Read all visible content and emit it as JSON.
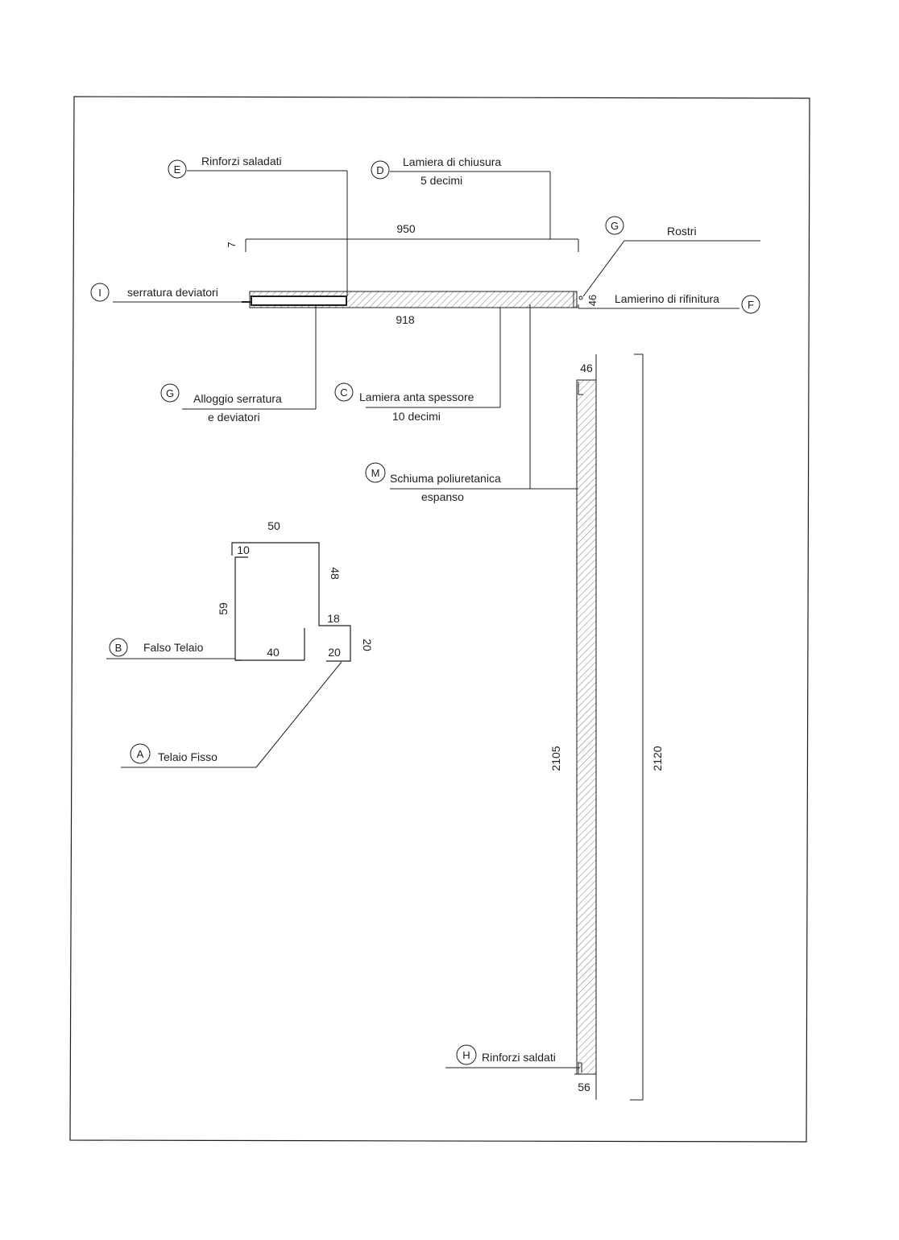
{
  "callouts": {
    "E": {
      "letter": "E",
      "label": "Rinforzi saladati"
    },
    "D": {
      "letter": "D",
      "label": "Lamiera  di chiusura",
      "sublabel": "5 decimi"
    },
    "G_top": {
      "letter": "G",
      "label": "Rostri"
    },
    "I": {
      "letter": "I",
      "label": "serratura deviatori"
    },
    "F": {
      "letter": "F",
      "label": "Lamierino di rifinitura"
    },
    "G_lock": {
      "letter": "G",
      "label": "Alloggio serratura",
      "sublabel": "e deviatori"
    },
    "C": {
      "letter": "C",
      "label": "Lamiera anta spessore",
      "sublabel": "10 decimi"
    },
    "M": {
      "letter": "M",
      "label": "Schiuma poliuretanica",
      "sublabel": "espanso"
    },
    "B": {
      "letter": "B",
      "label": "Falso Telaio"
    },
    "A": {
      "letter": "A",
      "label": "Telaio Fisso"
    },
    "H": {
      "letter": "H",
      "label": "Rinforzi saldati"
    }
  },
  "dimensions": {
    "overall_width": "950",
    "panel_width": "918",
    "top_offset": "7",
    "panel_thickness": "46",
    "vertical_top": "46",
    "vertical_bottom": "56",
    "panel_height": "2105",
    "overall_height": "2120",
    "profile_top": "50",
    "profile_lip": "10",
    "profile_side_right": "48",
    "profile_side_left": "59",
    "profile_step": "18",
    "profile_bottom_left": "40",
    "profile_bottom_right": "20",
    "profile_step_height": "20"
  }
}
